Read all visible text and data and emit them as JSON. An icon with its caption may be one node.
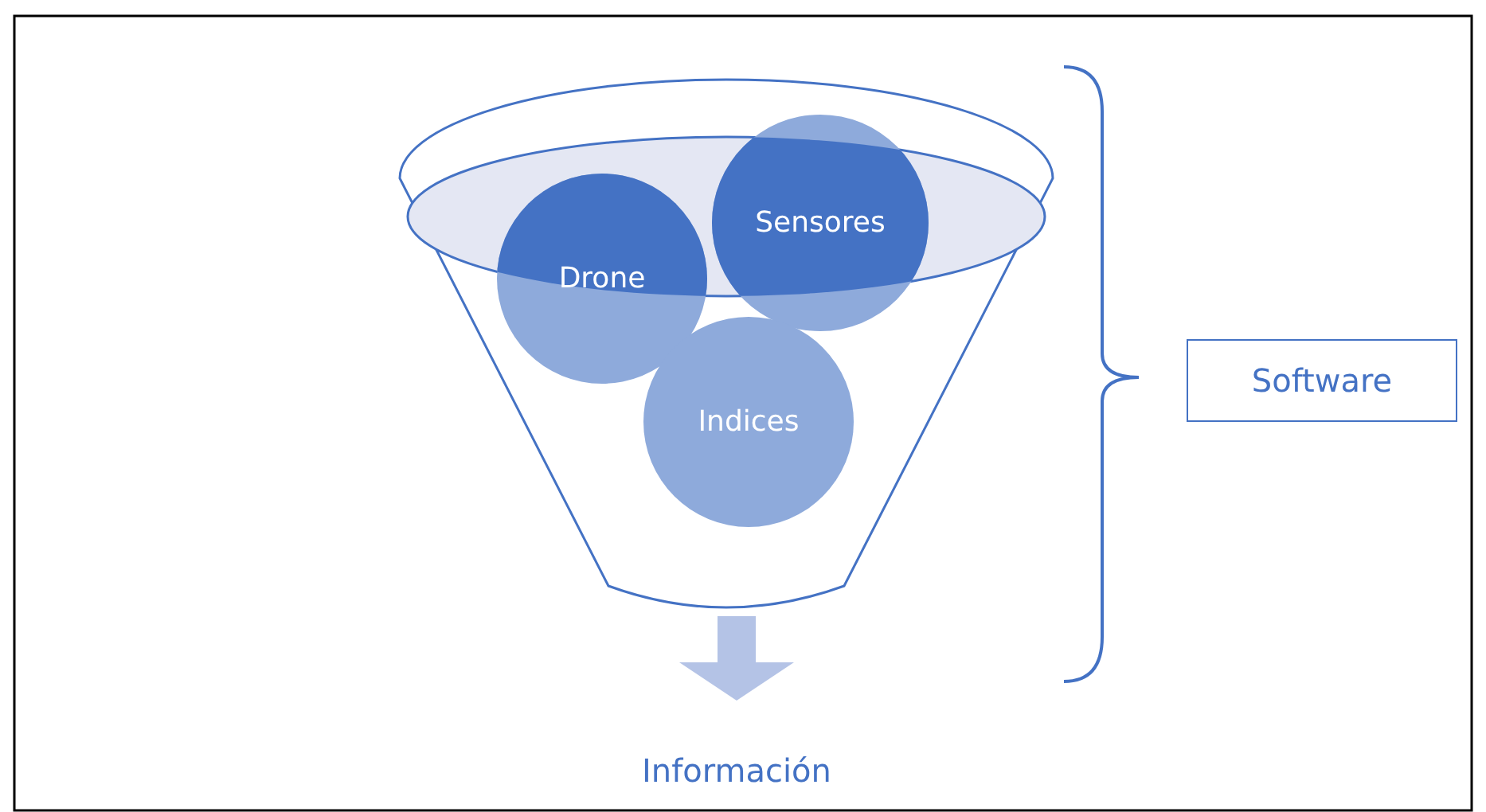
{
  "diagram": {
    "nodes": [
      {
        "text": [],
        "shape": "funnel"
      },
      {
        "text": [
          "Drone"
        ],
        "in": 0
      },
      {
        "text": [
          "Sensores"
        ],
        "in": 0
      },
      {
        "text": [
          "Indices"
        ],
        "in": 0
      },
      {
        "text": [
          "Software"
        ]
      },
      {
        "text": [
          "Información"
        ]
      }
    ],
    "edges": [
      {
        "from": 0,
        "to": 5,
        "arrow": "to"
      }
    ]
  }
}
